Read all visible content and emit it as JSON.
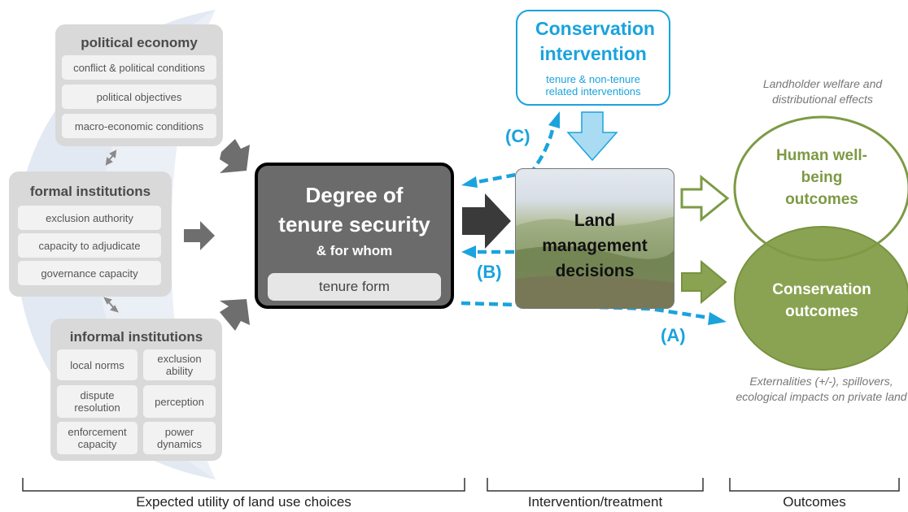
{
  "political_economy": {
    "title": "political economy",
    "items": [
      "conflict & political conditions",
      "political objectives",
      "macro-economic conditions"
    ]
  },
  "formal_institutions": {
    "title": "formal institutions",
    "items": [
      "exclusion authority",
      "capacity to adjudicate",
      "governance capacity"
    ]
  },
  "informal_institutions": {
    "title": "informal institutions",
    "items": [
      "local norms",
      "exclusion ability",
      "dispute resolution",
      "perception",
      "enforcement capacity",
      "power dynamics"
    ]
  },
  "tenure": {
    "title": "Degree of tenure security",
    "subtitle": "& for whom",
    "form": "tenure form"
  },
  "intervention": {
    "title": "Conservation intervention",
    "subtitle": "tenure & non-tenure related interventions"
  },
  "land": {
    "title": "Land management decisions"
  },
  "paths": {
    "a": "(A)",
    "b": "(B)",
    "c": "(C)"
  },
  "outcomes": {
    "human": "Human well-being outcomes",
    "conservation": "Conservation outcomes",
    "welfare_note": "Landholder welfare and distributional effects",
    "externalities_note": "Externalities (+/-), spillovers, ecological impacts on private land"
  },
  "bottom_labels": {
    "utility": "Expected utility of land use choices",
    "intervention": "Intervention/treatment",
    "outcomes": "Outcomes"
  },
  "colors": {
    "blue": "#1aa3dd",
    "green_dark": "#7d9a45",
    "green_fill": "#94ab5a",
    "grey_box": "#d9d9d9",
    "tenure_fill": "#6b6b6b"
  }
}
